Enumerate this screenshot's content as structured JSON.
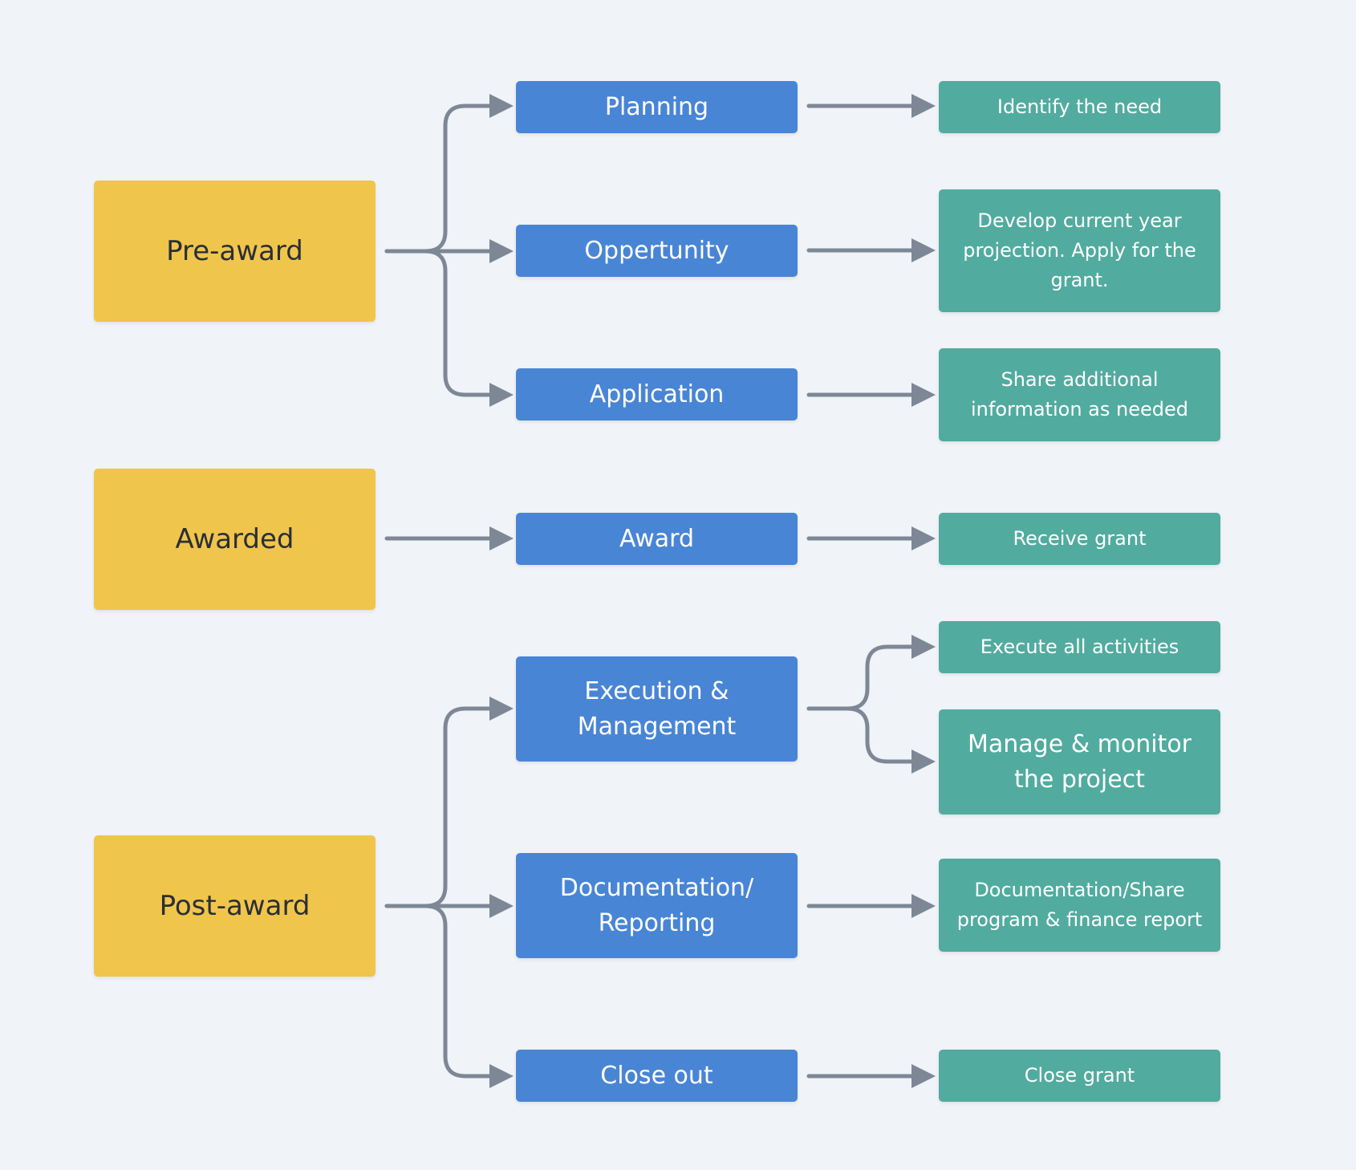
{
  "diagram": {
    "phases": [
      {
        "id": "pre-award",
        "label": "Pre-award"
      },
      {
        "id": "awarded",
        "label": "Awarded"
      },
      {
        "id": "post-award",
        "label": "Post-award"
      }
    ],
    "steps": [
      {
        "id": "planning",
        "label": "Planning"
      },
      {
        "id": "oppertunity",
        "label": "Oppertunity"
      },
      {
        "id": "application",
        "label": "Application"
      },
      {
        "id": "award",
        "label": "Award"
      },
      {
        "id": "execution",
        "label": "Execution &\nManagement"
      },
      {
        "id": "documentation",
        "label": "Documentation/\nReporting"
      },
      {
        "id": "close-out",
        "label": "Close out"
      }
    ],
    "tasks": [
      {
        "id": "identify-need",
        "label": "Identify the need"
      },
      {
        "id": "develop-projection",
        "label": "Develop current year projection. Apply for the grant."
      },
      {
        "id": "share-info",
        "label": "Share additional information as needed"
      },
      {
        "id": "receive-grant",
        "label": "Receive grant"
      },
      {
        "id": "execute-activities",
        "label": "Execute all activities"
      },
      {
        "id": "manage-monitor",
        "label": "Manage & monitor the project"
      },
      {
        "id": "documentation-share",
        "label": "Documentation/Share program & finance report"
      },
      {
        "id": "close-grant",
        "label": "Close grant"
      }
    ],
    "colors": {
      "background": "#f0f3f7",
      "phase": "#f0c54c",
      "step": "#4985d5",
      "task": "#52ab9f",
      "connector": "#7d8795"
    }
  }
}
